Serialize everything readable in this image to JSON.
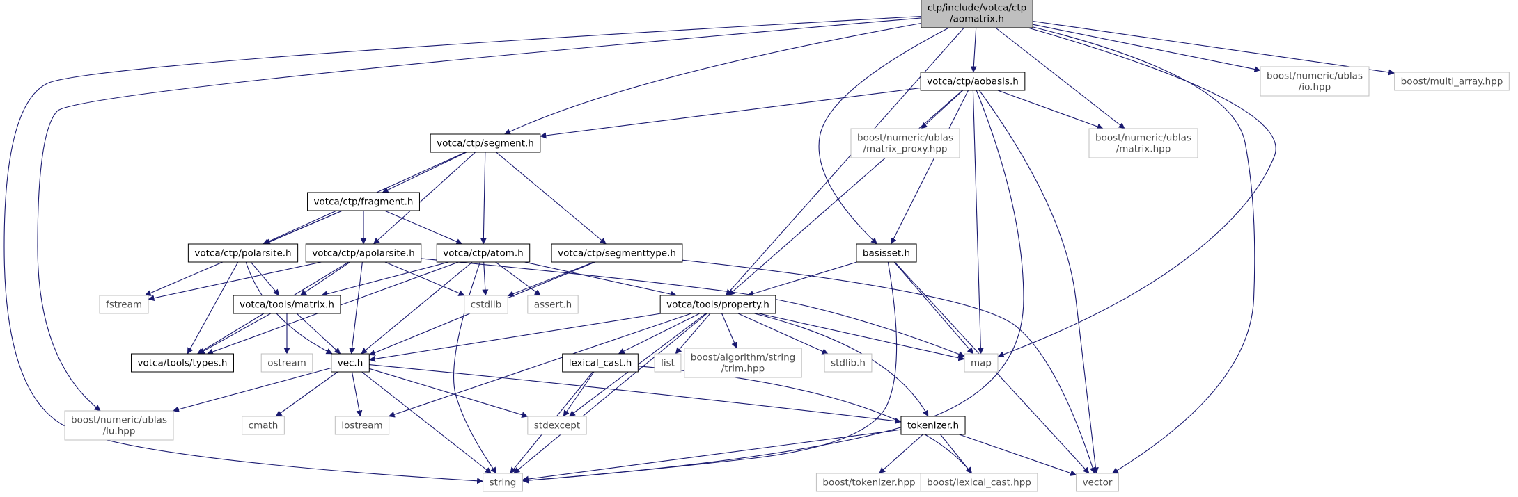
{
  "diagram": {
    "type": "include-dependency-graph",
    "edge_color": "#191970",
    "colors": {
      "root_fill": "#bfbfbf",
      "local_border": "#000000",
      "external_border": "#bfbfbf",
      "external_text": "#4a4a4a"
    },
    "nodes": [
      {
        "id": "aomatrix",
        "lines": [
          "ctp/include/votca/ctp",
          "/aomatrix.h"
        ],
        "kind": "root"
      },
      {
        "id": "aobasis",
        "lines": [
          "votca/ctp/aobasis.h"
        ],
        "kind": "local"
      },
      {
        "id": "ublas_io",
        "lines": [
          "boost/numeric/ublas",
          "/io.hpp"
        ],
        "kind": "external"
      },
      {
        "id": "multi_array",
        "lines": [
          "boost/multi_array.hpp"
        ],
        "kind": "external"
      },
      {
        "id": "segment",
        "lines": [
          "votca/ctp/segment.h"
        ],
        "kind": "local"
      },
      {
        "id": "matrix_proxy",
        "lines": [
          "boost/numeric/ublas",
          "/matrix_proxy.hpp"
        ],
        "kind": "external"
      },
      {
        "id": "ublas_matrix",
        "lines": [
          "boost/numeric/ublas",
          "/matrix.hpp"
        ],
        "kind": "external"
      },
      {
        "id": "fragment",
        "lines": [
          "votca/ctp/fragment.h"
        ],
        "kind": "local"
      },
      {
        "id": "polarsite",
        "lines": [
          "votca/ctp/polarsite.h"
        ],
        "kind": "local"
      },
      {
        "id": "apolarsite",
        "lines": [
          "votca/ctp/apolarsite.h"
        ],
        "kind": "local"
      },
      {
        "id": "atom",
        "lines": [
          "votca/ctp/atom.h"
        ],
        "kind": "local"
      },
      {
        "id": "segmenttype",
        "lines": [
          "votca/ctp/segmenttype.h"
        ],
        "kind": "local"
      },
      {
        "id": "basisset",
        "lines": [
          "basisset.h"
        ],
        "kind": "local"
      },
      {
        "id": "fstream",
        "lines": [
          "fstream"
        ],
        "kind": "external"
      },
      {
        "id": "tools_matrix",
        "lines": [
          "votca/tools/matrix.h"
        ],
        "kind": "local"
      },
      {
        "id": "cstdlib",
        "lines": [
          "cstdlib"
        ],
        "kind": "external"
      },
      {
        "id": "assert",
        "lines": [
          "assert.h"
        ],
        "kind": "external"
      },
      {
        "id": "property",
        "lines": [
          "votca/tools/property.h"
        ],
        "kind": "local"
      },
      {
        "id": "types",
        "lines": [
          "votca/tools/types.h"
        ],
        "kind": "local"
      },
      {
        "id": "ostream",
        "lines": [
          "ostream"
        ],
        "kind": "external"
      },
      {
        "id": "vec",
        "lines": [
          "vec.h"
        ],
        "kind": "local"
      },
      {
        "id": "lexical_cast_h",
        "lines": [
          "lexical_cast.h"
        ],
        "kind": "local"
      },
      {
        "id": "list",
        "lines": [
          "list"
        ],
        "kind": "external"
      },
      {
        "id": "trim",
        "lines": [
          "boost/algorithm/string",
          "/trim.hpp"
        ],
        "kind": "external"
      },
      {
        "id": "stdlib",
        "lines": [
          "stdlib.h"
        ],
        "kind": "external"
      },
      {
        "id": "map",
        "lines": [
          "map"
        ],
        "kind": "external"
      },
      {
        "id": "lu",
        "lines": [
          "boost/numeric/ublas",
          "/lu.hpp"
        ],
        "kind": "external"
      },
      {
        "id": "cmath",
        "lines": [
          "cmath"
        ],
        "kind": "external"
      },
      {
        "id": "iostream",
        "lines": [
          "iostream"
        ],
        "kind": "external"
      },
      {
        "id": "stdexcept",
        "lines": [
          "stdexcept"
        ],
        "kind": "external"
      },
      {
        "id": "tokenizer_h",
        "lines": [
          "tokenizer.h"
        ],
        "kind": "local"
      },
      {
        "id": "string",
        "lines": [
          "string"
        ],
        "kind": "external"
      },
      {
        "id": "boost_tokenizer",
        "lines": [
          "boost/tokenizer.hpp"
        ],
        "kind": "external"
      },
      {
        "id": "boost_lexical_cast",
        "lines": [
          "boost/lexical_cast.hpp"
        ],
        "kind": "external"
      },
      {
        "id": "vector",
        "lines": [
          "vector"
        ],
        "kind": "external"
      }
    ],
    "edges": [
      [
        "aomatrix",
        "aobasis"
      ],
      [
        "aomatrix",
        "ublas_io"
      ],
      [
        "aomatrix",
        "multi_array"
      ],
      [
        "aomatrix",
        "segment"
      ],
      [
        "aomatrix",
        "ublas_matrix"
      ],
      [
        "aomatrix",
        "basisset"
      ],
      [
        "aomatrix",
        "property"
      ],
      [
        "aomatrix",
        "map"
      ],
      [
        "aomatrix",
        "vector"
      ],
      [
        "aomatrix",
        "lu"
      ],
      [
        "aomatrix",
        "string"
      ],
      [
        "aobasis",
        "segment"
      ],
      [
        "aobasis",
        "matrix_proxy"
      ],
      [
        "aobasis",
        "ublas_matrix"
      ],
      [
        "aobasis",
        "basisset"
      ],
      [
        "aobasis",
        "property"
      ],
      [
        "aobasis",
        "map"
      ],
      [
        "aobasis",
        "vector"
      ],
      [
        "aobasis",
        "string"
      ],
      [
        "segment",
        "fragment"
      ],
      [
        "segment",
        "polarsite"
      ],
      [
        "segment",
        "apolarsite"
      ],
      [
        "segment",
        "atom"
      ],
      [
        "segment",
        "segmenttype"
      ],
      [
        "fragment",
        "polarsite"
      ],
      [
        "fragment",
        "apolarsite"
      ],
      [
        "fragment",
        "atom"
      ],
      [
        "fragment",
        "fstream"
      ],
      [
        "polarsite",
        "tools_matrix"
      ],
      [
        "polarsite",
        "vec"
      ],
      [
        "polarsite",
        "types"
      ],
      [
        "apolarsite",
        "fstream"
      ],
      [
        "apolarsite",
        "tools_matrix"
      ],
      [
        "apolarsite",
        "vec"
      ],
      [
        "apolarsite",
        "types"
      ],
      [
        "apolarsite",
        "cstdlib"
      ],
      [
        "apolarsite",
        "map"
      ],
      [
        "atom",
        "tools_matrix"
      ],
      [
        "atom",
        "vec"
      ],
      [
        "atom",
        "types"
      ],
      [
        "atom",
        "cstdlib"
      ],
      [
        "atom",
        "assert"
      ],
      [
        "atom",
        "property"
      ],
      [
        "atom",
        "string"
      ],
      [
        "segmenttype",
        "cstdlib"
      ],
      [
        "segmenttype",
        "vec"
      ],
      [
        "segmenttype",
        "vector"
      ],
      [
        "basisset",
        "property"
      ],
      [
        "basisset",
        "map"
      ],
      [
        "basisset",
        "vector"
      ],
      [
        "basisset",
        "string"
      ],
      [
        "tools_matrix",
        "types"
      ],
      [
        "tools_matrix",
        "ostream"
      ],
      [
        "tools_matrix",
        "vec"
      ],
      [
        "property",
        "vec"
      ],
      [
        "property",
        "lexical_cast_h"
      ],
      [
        "property",
        "list"
      ],
      [
        "property",
        "trim"
      ],
      [
        "property",
        "stdlib"
      ],
      [
        "property",
        "map"
      ],
      [
        "property",
        "tokenizer_h"
      ],
      [
        "property",
        "iostream"
      ],
      [
        "property",
        "stdexcept"
      ],
      [
        "property",
        "string"
      ],
      [
        "vec",
        "lu"
      ],
      [
        "vec",
        "cmath"
      ],
      [
        "vec",
        "iostream"
      ],
      [
        "vec",
        "stdexcept"
      ],
      [
        "vec",
        "tokenizer_h"
      ],
      [
        "vec",
        "string"
      ],
      [
        "lexical_cast_h",
        "stdexcept"
      ],
      [
        "lexical_cast_h",
        "string"
      ],
      [
        "lexical_cast_h",
        "boost_lexical_cast"
      ],
      [
        "tokenizer_h",
        "boost_tokenizer"
      ],
      [
        "tokenizer_h",
        "boost_lexical_cast"
      ],
      [
        "tokenizer_h",
        "vector"
      ],
      [
        "tokenizer_h",
        "string"
      ]
    ]
  }
}
